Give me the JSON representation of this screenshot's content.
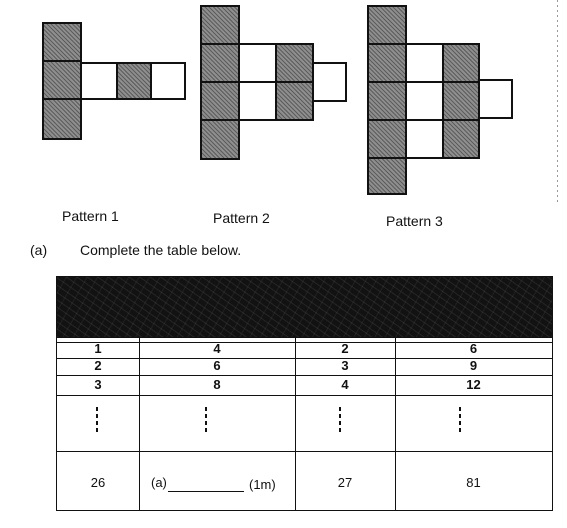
{
  "patterns": [
    {
      "caption": "Pattern 1",
      "shaded_tiles": 4,
      "white_tiles": 2
    },
    {
      "caption": "Pattern 2",
      "shaded_tiles": 6,
      "white_tiles": 3
    },
    {
      "caption": "Pattern 3",
      "shaded_tiles": 8,
      "white_tiles": 4
    }
  ],
  "question": {
    "label": "(a)",
    "text": "Complete the table below."
  },
  "table": {
    "rows": [
      [
        "1",
        "4",
        "2",
        "6"
      ],
      [
        "2",
        "6",
        "3",
        "9"
      ],
      [
        "3",
        "8",
        "4",
        "12"
      ]
    ],
    "final_row": {
      "pattern": "26",
      "answer_label": "(a)",
      "answer_marks": "(1m)",
      "white": "27",
      "total": "81"
    }
  },
  "colors": {
    "tile_shaded": "#8e8e8e",
    "header_band": "#121212"
  }
}
